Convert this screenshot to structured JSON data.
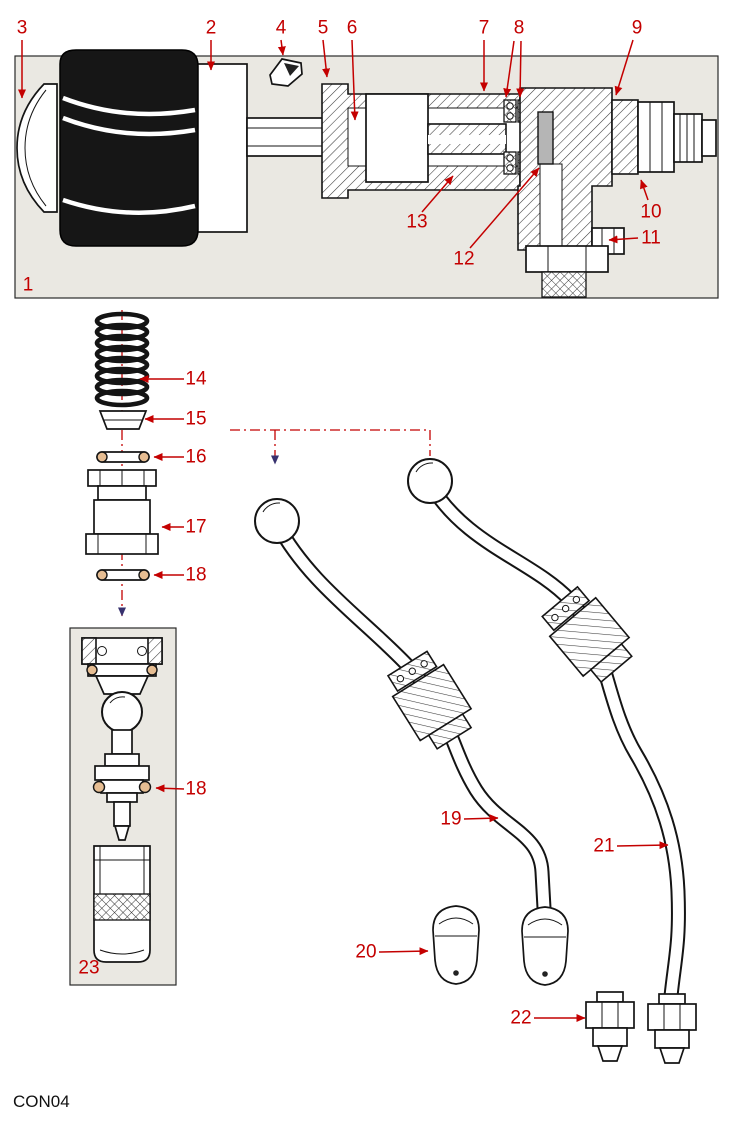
{
  "figure": {
    "code": "CON04"
  },
  "colors": {
    "callout": "#c40000",
    "leader": "#c40000",
    "centerline": "#c40000",
    "arrow_dark": "#37316e",
    "panel": "#eae8e2",
    "oring": "#e6bd92",
    "metal": "#b5b5b5"
  },
  "callouts": [
    {
      "label": "3"
    },
    {
      "label": "2"
    },
    {
      "label": "4"
    },
    {
      "label": "5"
    },
    {
      "label": "6"
    },
    {
      "label": "7"
    },
    {
      "label": "8"
    },
    {
      "label": "9"
    },
    {
      "label": "10"
    },
    {
      "label": "11"
    },
    {
      "label": "12"
    },
    {
      "label": "13"
    },
    {
      "label": "1"
    },
    {
      "label": "14"
    },
    {
      "label": "15"
    },
    {
      "label": "16"
    },
    {
      "label": "17"
    },
    {
      "label": "18"
    },
    {
      "label": "18"
    },
    {
      "label": "23"
    },
    {
      "label": "19"
    },
    {
      "label": "20"
    },
    {
      "label": "21"
    },
    {
      "label": "22"
    }
  ]
}
